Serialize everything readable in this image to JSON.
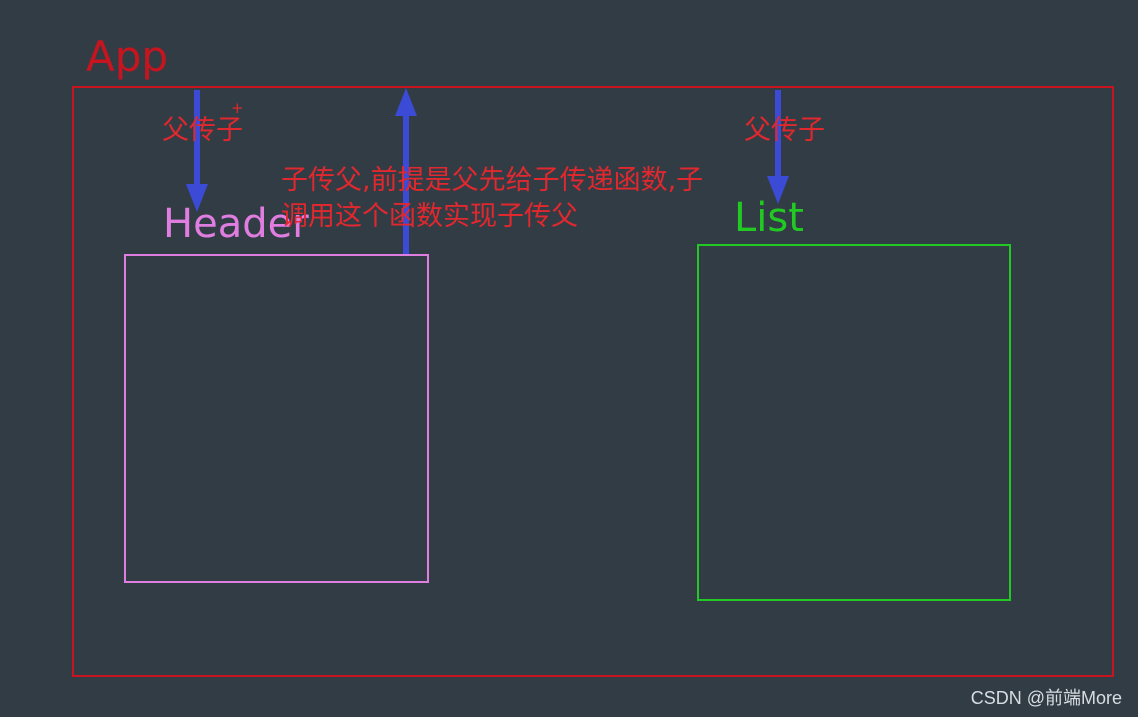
{
  "diagram": {
    "nodes": {
      "app": {
        "label": "App",
        "color": "#c8141e"
      },
      "header": {
        "label": "Header",
        "color": "#e07de0"
      },
      "list": {
        "label": "List",
        "color": "#22c922"
      }
    },
    "edges": [
      {
        "id": "app-to-header",
        "from": "App",
        "to": "Header",
        "label": "父传子"
      },
      {
        "id": "header-to-app",
        "from": "Header",
        "to": "App",
        "label_lines": [
          "子传父,前提是父先给子传递函数,子",
          "调用这个函数实现子传父"
        ]
      },
      {
        "id": "app-to-list",
        "from": "App",
        "to": "List",
        "label": "父传子"
      }
    ],
    "annotation_color": "#e0282e",
    "arrow_color": "#3b4bd6",
    "stray_mark": "+"
  },
  "watermark": "CSDN @前端More"
}
